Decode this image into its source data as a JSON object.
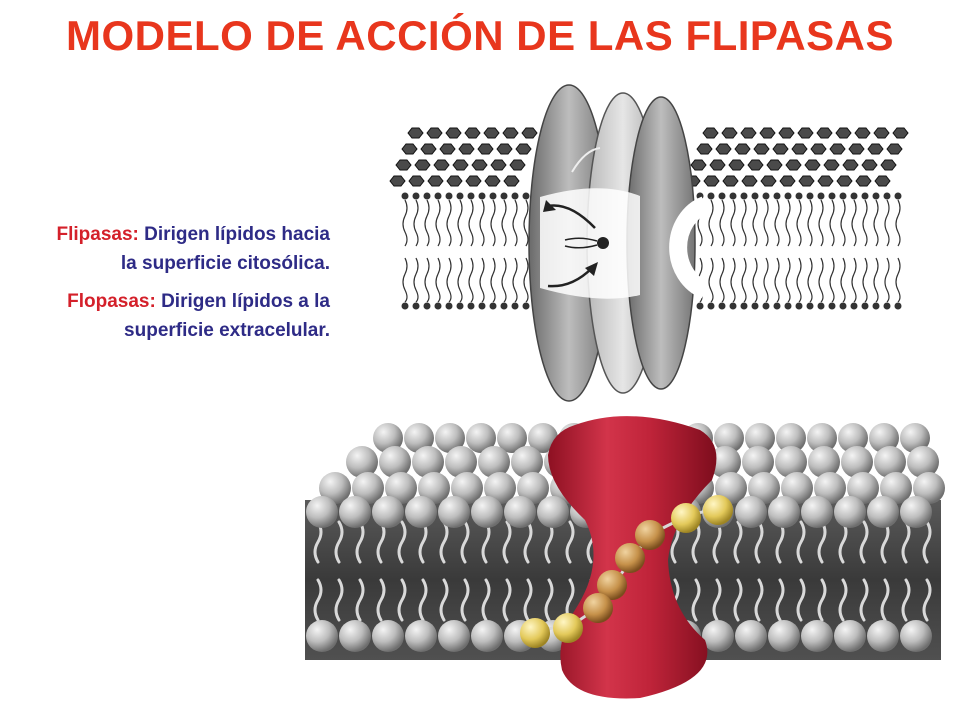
{
  "slide": {
    "title": "MODELO DE ACCIÓN DE LAS FLIPASAS",
    "items": [
      {
        "term": "Flipasas:",
        "description": "Dirigen lípidos hacia la superficie citosólica."
      },
      {
        "term": "Flopasas:",
        "description": "Dirigen lípidos a la superficie extracelular."
      }
    ]
  },
  "colors": {
    "title": "#e8361d",
    "term": "#d4202a",
    "body_text": "#2e2b86",
    "protein_red": "#c8263a",
    "lipid_yellow": "#e8cf5a",
    "sphere_gray": "#b9b9b9"
  }
}
